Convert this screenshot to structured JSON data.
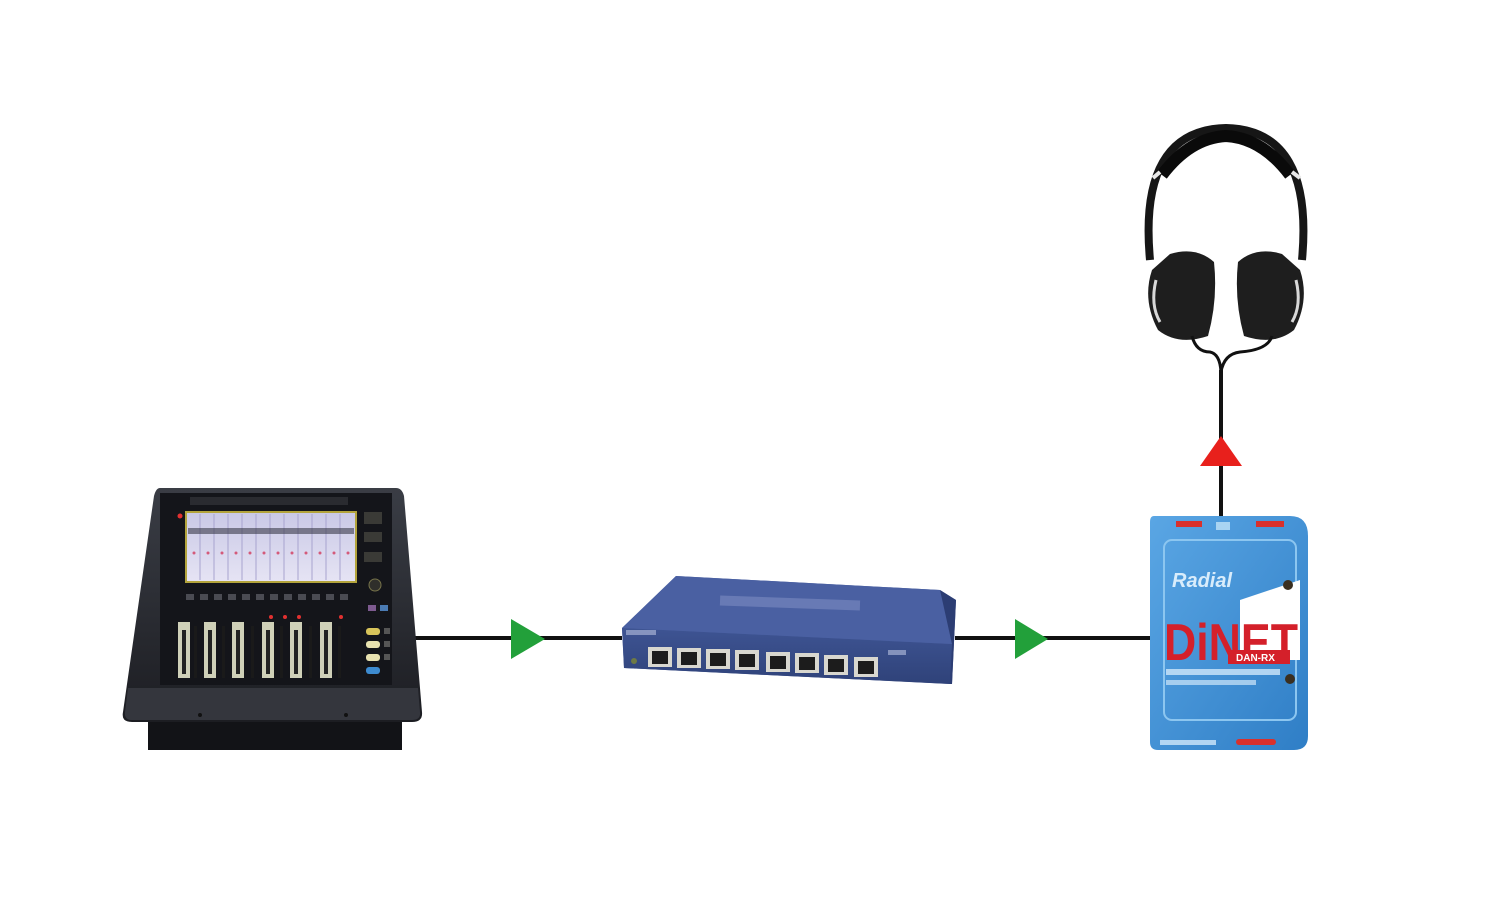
{
  "diagram": {
    "title": "",
    "colors": {
      "background": "#ffffff",
      "cable": "#111111",
      "forward_arrow": "#22a03a",
      "output_arrow": "#e8201c",
      "switch_body": "#3d5596",
      "dinet_body": "#3f8fd4",
      "dinet_logo": "#d4202a",
      "console_body": "#2b2d33"
    },
    "nodes": [
      {
        "id": "console",
        "kind": "digital-mixing-console",
        "label": ""
      },
      {
        "id": "switch",
        "kind": "8-port-ethernet-switch",
        "label": "",
        "ports": 8
      },
      {
        "id": "dinet",
        "kind": "dante-receiver-di-box",
        "brand": "Radial",
        "model": "DiNET",
        "model_sub": "DAN-RX"
      },
      {
        "id": "headphones",
        "kind": "headphones",
        "label": ""
      }
    ],
    "edges": [
      {
        "from": "console",
        "to": "switch",
        "arrow": "forward",
        "arrow_color": "green"
      },
      {
        "from": "switch",
        "to": "dinet",
        "arrow": "forward",
        "arrow_color": "green"
      },
      {
        "from": "dinet",
        "to": "headphones",
        "arrow": "up",
        "arrow_color": "red"
      }
    ]
  }
}
